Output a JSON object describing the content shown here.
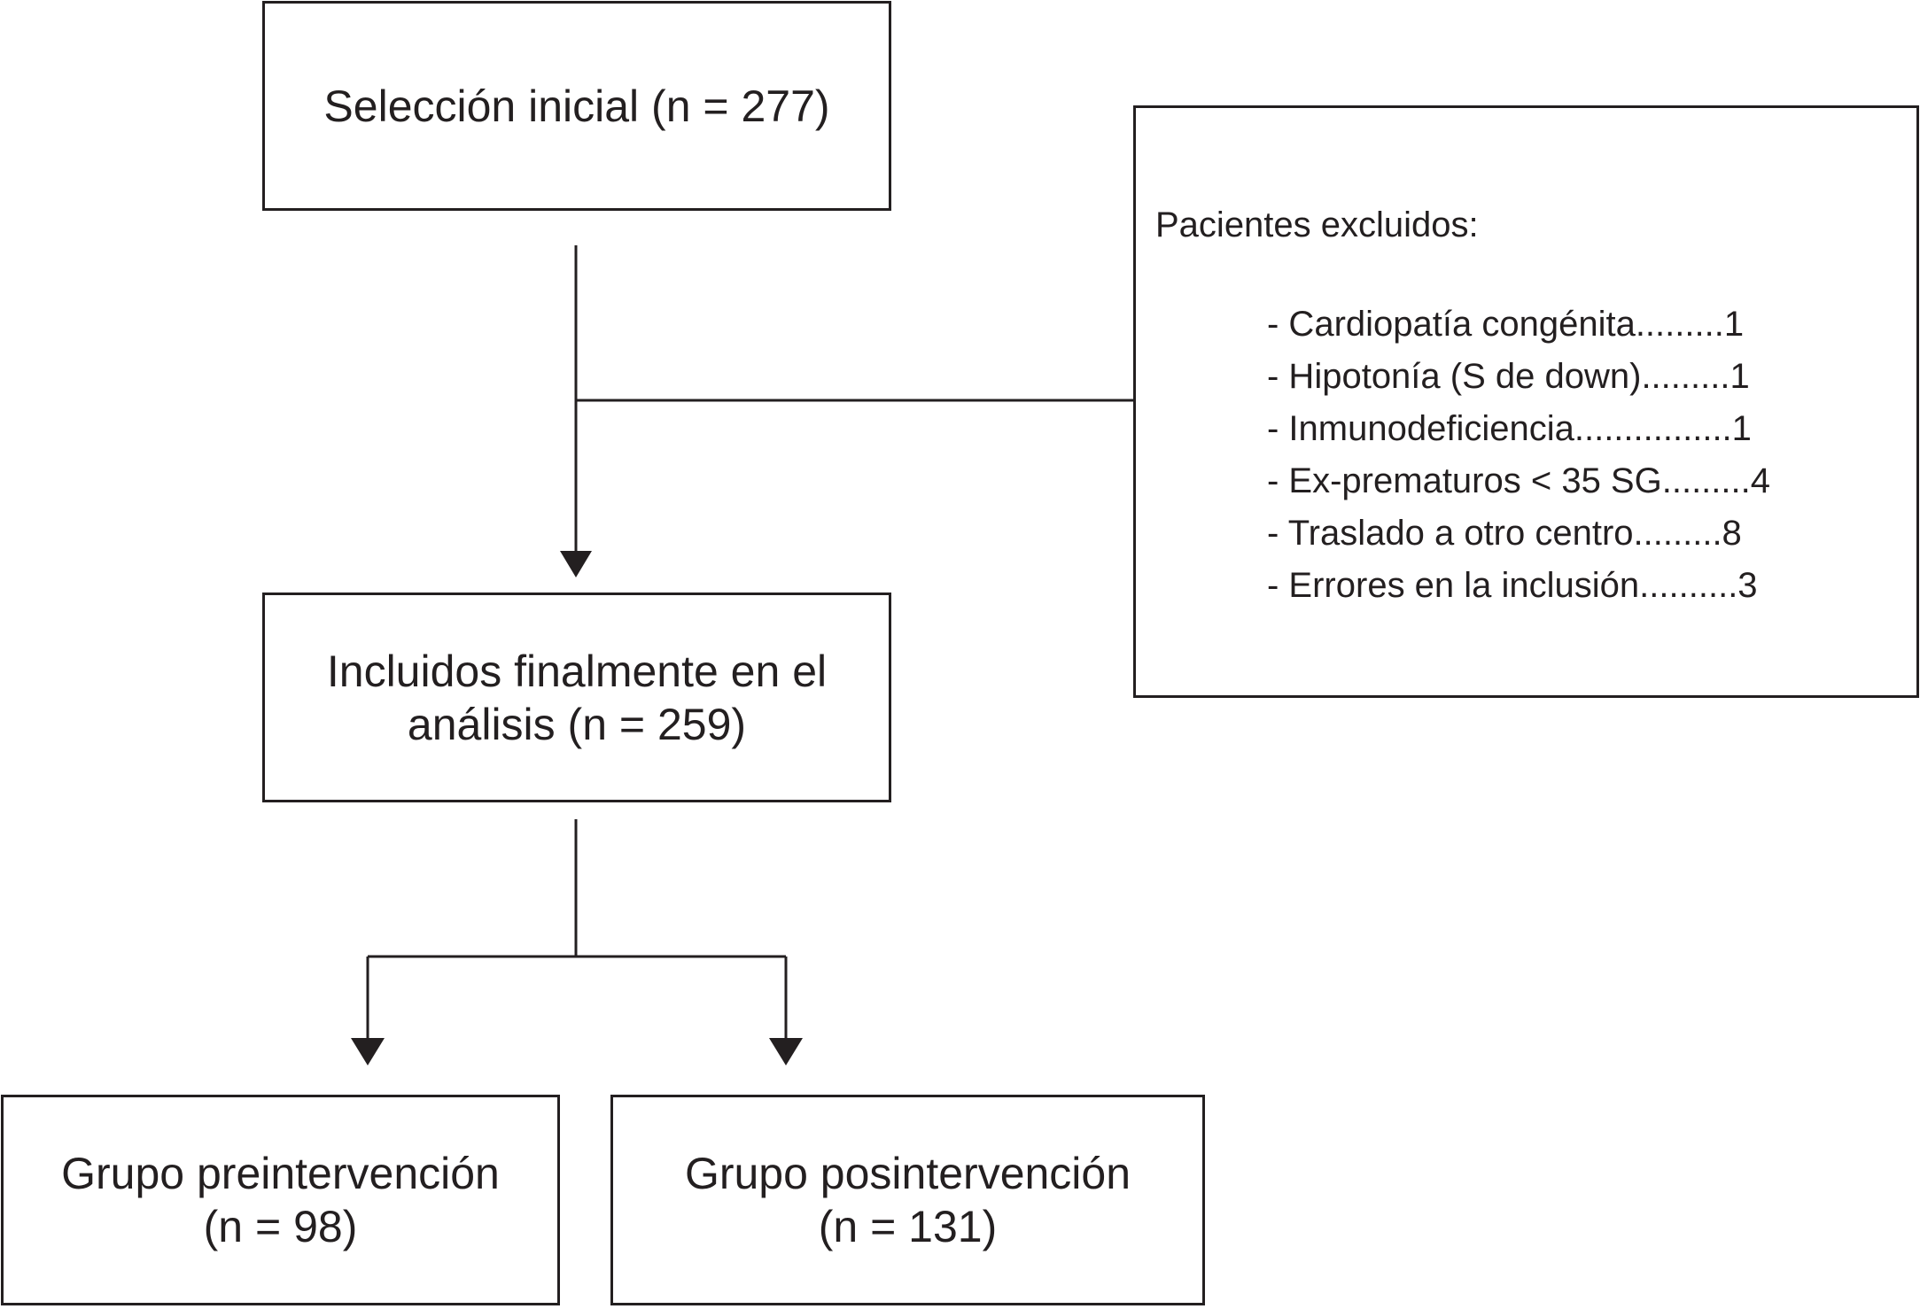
{
  "boxes": {
    "initial": {
      "text": "Selección inicial (n = 277)"
    },
    "included": {
      "line1": "Incluidos finalmente en el",
      "line2": "análisis (n = 259)"
    },
    "pre": {
      "line1": "Grupo preintervención",
      "line2": "(n = 98)"
    },
    "post": {
      "line1": "Grupo posintervención",
      "line2": "(n = 131)"
    },
    "excluded": {
      "title": "Pacientes excluidos:",
      "items": [
        "- Cardiopatía congénita.........1",
        "- Hipotonía (S de down).........1",
        "- Inmunodeficiencia................1",
        "- Ex-prematuros < 35 SG.........4",
        "- Traslado a otro centro.........8",
        "- Errores en la inclusión..........3"
      ]
    }
  },
  "colors": {
    "line": "#231f20",
    "background": "#ffffff"
  }
}
